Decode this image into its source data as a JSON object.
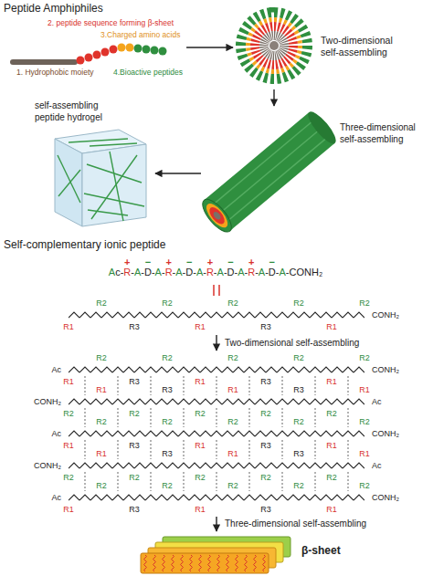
{
  "diagram": {
    "nodes": [
      {
        "text": [
          "1. Hydrophobic moiety",
          "2. peptide sequence forming β-sheet",
          "3.Charged amino acids",
          "4.Bioactive peptides"
        ]
      },
      {
        "text": [
          "Two-dimensional self-assembling"
        ]
      },
      {
        "text": [
          "Three-dimensional self-assembling"
        ]
      },
      {
        "text": [
          "self-assembling peptide hydrogel"
        ]
      },
      {
        "text": [
          "Ac-R-A-D-A-R-A-D-A-R-A-D-A-R-A-D-A-CONH₂"
        ]
      },
      {
        "text": [
          "β-sheet"
        ]
      }
    ],
    "edges": [
      {
        "from": 0,
        "to": 1,
        "arrow": "to"
      },
      {
        "from": 1,
        "to": 2,
        "arrow": "to"
      },
      {
        "from": 2,
        "to": 3,
        "arrow": "to"
      }
    ],
    "labels": [
      "Peptide Amphiphiles",
      "Self-complementary ionic peptide",
      "+",
      "−",
      "+",
      "−",
      "+",
      "−",
      "+",
      "−",
      "Two-dimensional self-assembling",
      "Three-dimensional self-assembling",
      "R1",
      "R2",
      "R3",
      "R2",
      "R1",
      "R2",
      "R3",
      "R2",
      "R1",
      "R2",
      "CONH₂",
      "Ac",
      "R1",
      "R2",
      "R3",
      "R2",
      "R1",
      "R2",
      "R3",
      "R2",
      "R1",
      "R2",
      "CONH₂",
      "CONH₂",
      "R2",
      "R1",
      "R2",
      "R3",
      "R2",
      "R1",
      "R2",
      "R3",
      "R2",
      "R1",
      "Ac",
      "Ac",
      "R1",
      "R2",
      "R3",
      "R2",
      "R1",
      "R2",
      "R3",
      "R2",
      "R1",
      "R2",
      "CONH₂",
      "CONH₂",
      "R2",
      "R1",
      "R2",
      "R3",
      "R2",
      "R1",
      "R2",
      "R3",
      "R2",
      "R1",
      "Ac",
      "Ac",
      "R1",
      "R2",
      "R3",
      "R2",
      "R1",
      "R2",
      "R3",
      "R2",
      "R1",
      "R2",
      "CONH₂"
    ]
  }
}
